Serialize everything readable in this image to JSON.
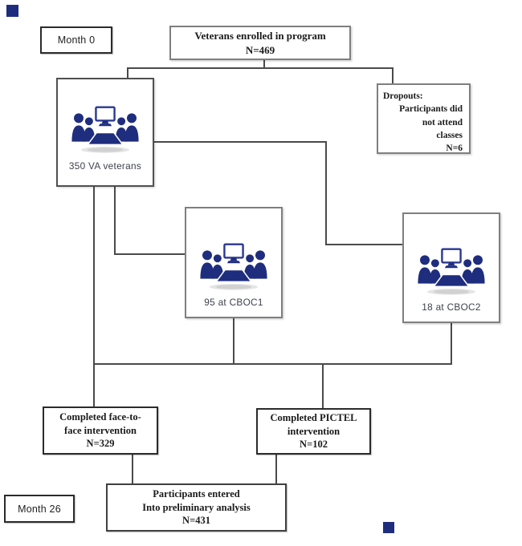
{
  "diagram_title": "Veterans program enrollment flowchart",
  "timeline": {
    "month0_label": "Month 0",
    "month26_label": "Month 26"
  },
  "flow": {
    "enrolled": {
      "title": "Veterans enrolled in program",
      "n": "N=469"
    },
    "dropouts": {
      "title": "Dropouts:",
      "line1": "Participants did",
      "line2": "not attend",
      "line3": "classes",
      "n": "N=6"
    },
    "va": {
      "label": "350 VA veterans"
    },
    "cboc1": {
      "label": "95 at CBOC1"
    },
    "cboc2": {
      "label": "18 at CBOC2"
    },
    "f2f": {
      "line1": "Completed face-to-",
      "line2": "face intervention",
      "n": "N=329"
    },
    "pictel": {
      "line1": "Completed PICTEL",
      "line2": "intervention",
      "n": "N=102"
    },
    "analysis": {
      "line1": "Participants entered",
      "line2": "Into preliminary analysis",
      "n": "N=431"
    }
  },
  "icons": {
    "meeting_icon": "video-conference-meeting-clipart",
    "decor_square": "solid-navy-square"
  },
  "colors": {
    "clipart_navy": "#1f2d7e",
    "monitor_outline": "#2a3890",
    "border_gray": "#7f7f7f",
    "border_dark": "#2b2b2b",
    "connector_gray": "#4a4a4a",
    "label_gray": "#3e414c"
  }
}
